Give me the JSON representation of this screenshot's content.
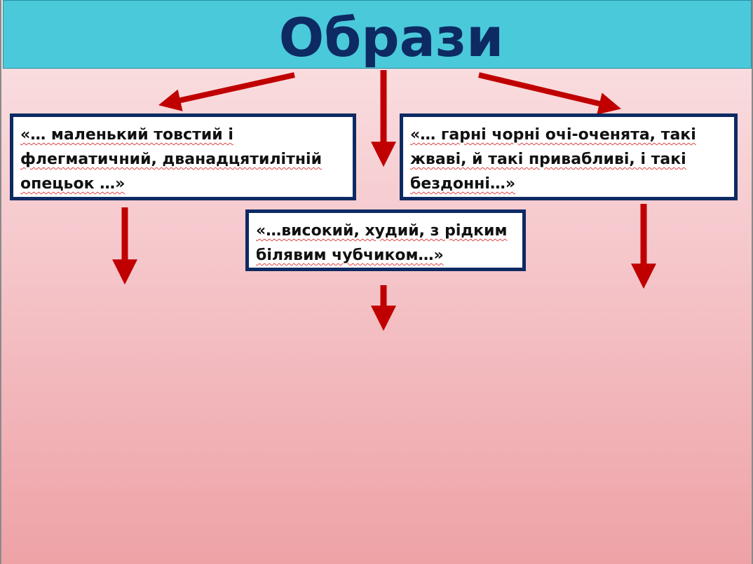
{
  "slide": {
    "title": "Образи"
  },
  "quotes": {
    "left": "«… маленький товстий і флегматичний, дванадцятилітній опецьок …»",
    "right": "«… гарні чорні очі-оченята, такі жваві, й такі привабливі, і такі бездонні…»",
    "middle": "«…високий, худий, з рідким білявим чубчиком…»"
  },
  "colors": {
    "title_bar": "#4ac9da",
    "title_text": "#0d2a63",
    "box_border": "#0d2a63",
    "arrow": "#c00000",
    "background_top": "#fbe4e6",
    "background_bottom": "#eea2a6"
  }
}
